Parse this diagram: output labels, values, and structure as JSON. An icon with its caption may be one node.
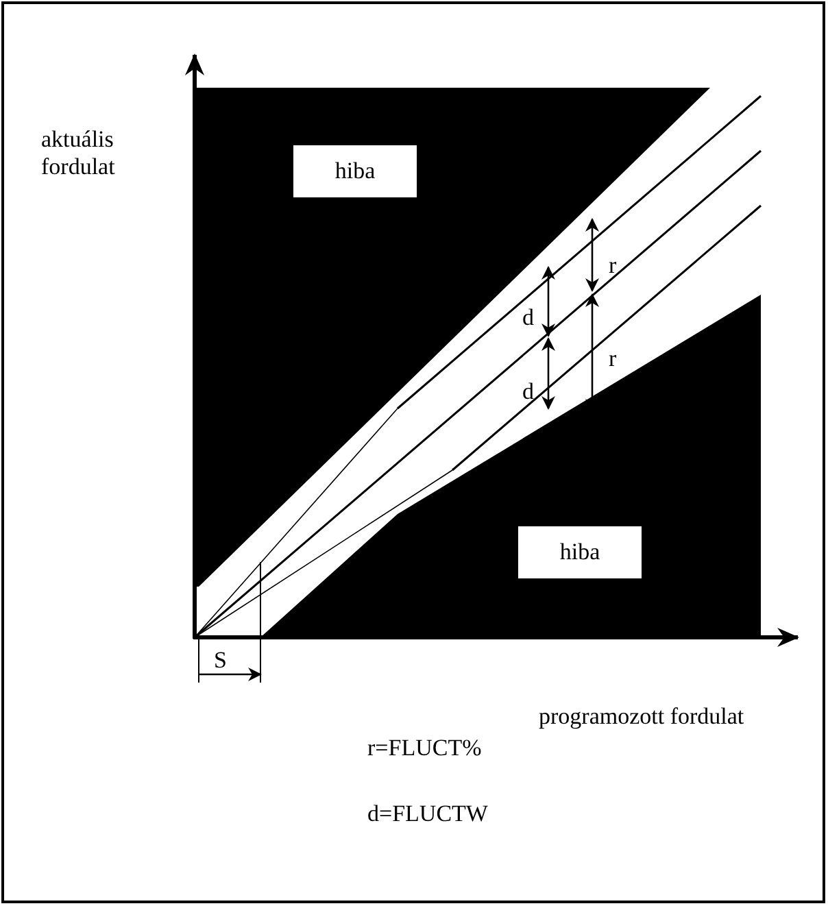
{
  "diagram": {
    "nodes": [
      {
        "text": [
          "hiba"
        ]
      },
      {
        "text": [
          "hiba"
        ]
      }
    ],
    "labels": [
      "aktuális fordulat",
      "r",
      "d",
      "d",
      "r",
      "programozott fordulat",
      "S",
      "r=FLUCT%",
      "d=FLUCTW"
    ]
  }
}
